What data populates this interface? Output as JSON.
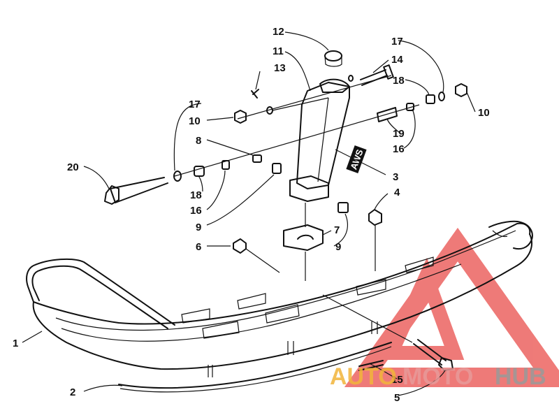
{
  "diagram": {
    "callouts": [
      "1",
      "2",
      "3",
      "4",
      "5",
      "6",
      "7",
      "8",
      "9",
      "9",
      "10",
      "10",
      "11",
      "12",
      "13",
      "14",
      "15",
      "16",
      "16",
      "17",
      "17",
      "18",
      "18",
      "19",
      "20"
    ],
    "decal_text": "AWS"
  },
  "watermark": {
    "part1": "AUTO",
    "part2": "MOTO",
    "part3": "HUB",
    "colors": {
      "auto": "#f2b53a",
      "moto": "#e79a9a",
      "hub": "#9a9a9a",
      "triangle": "#e8433f"
    }
  }
}
